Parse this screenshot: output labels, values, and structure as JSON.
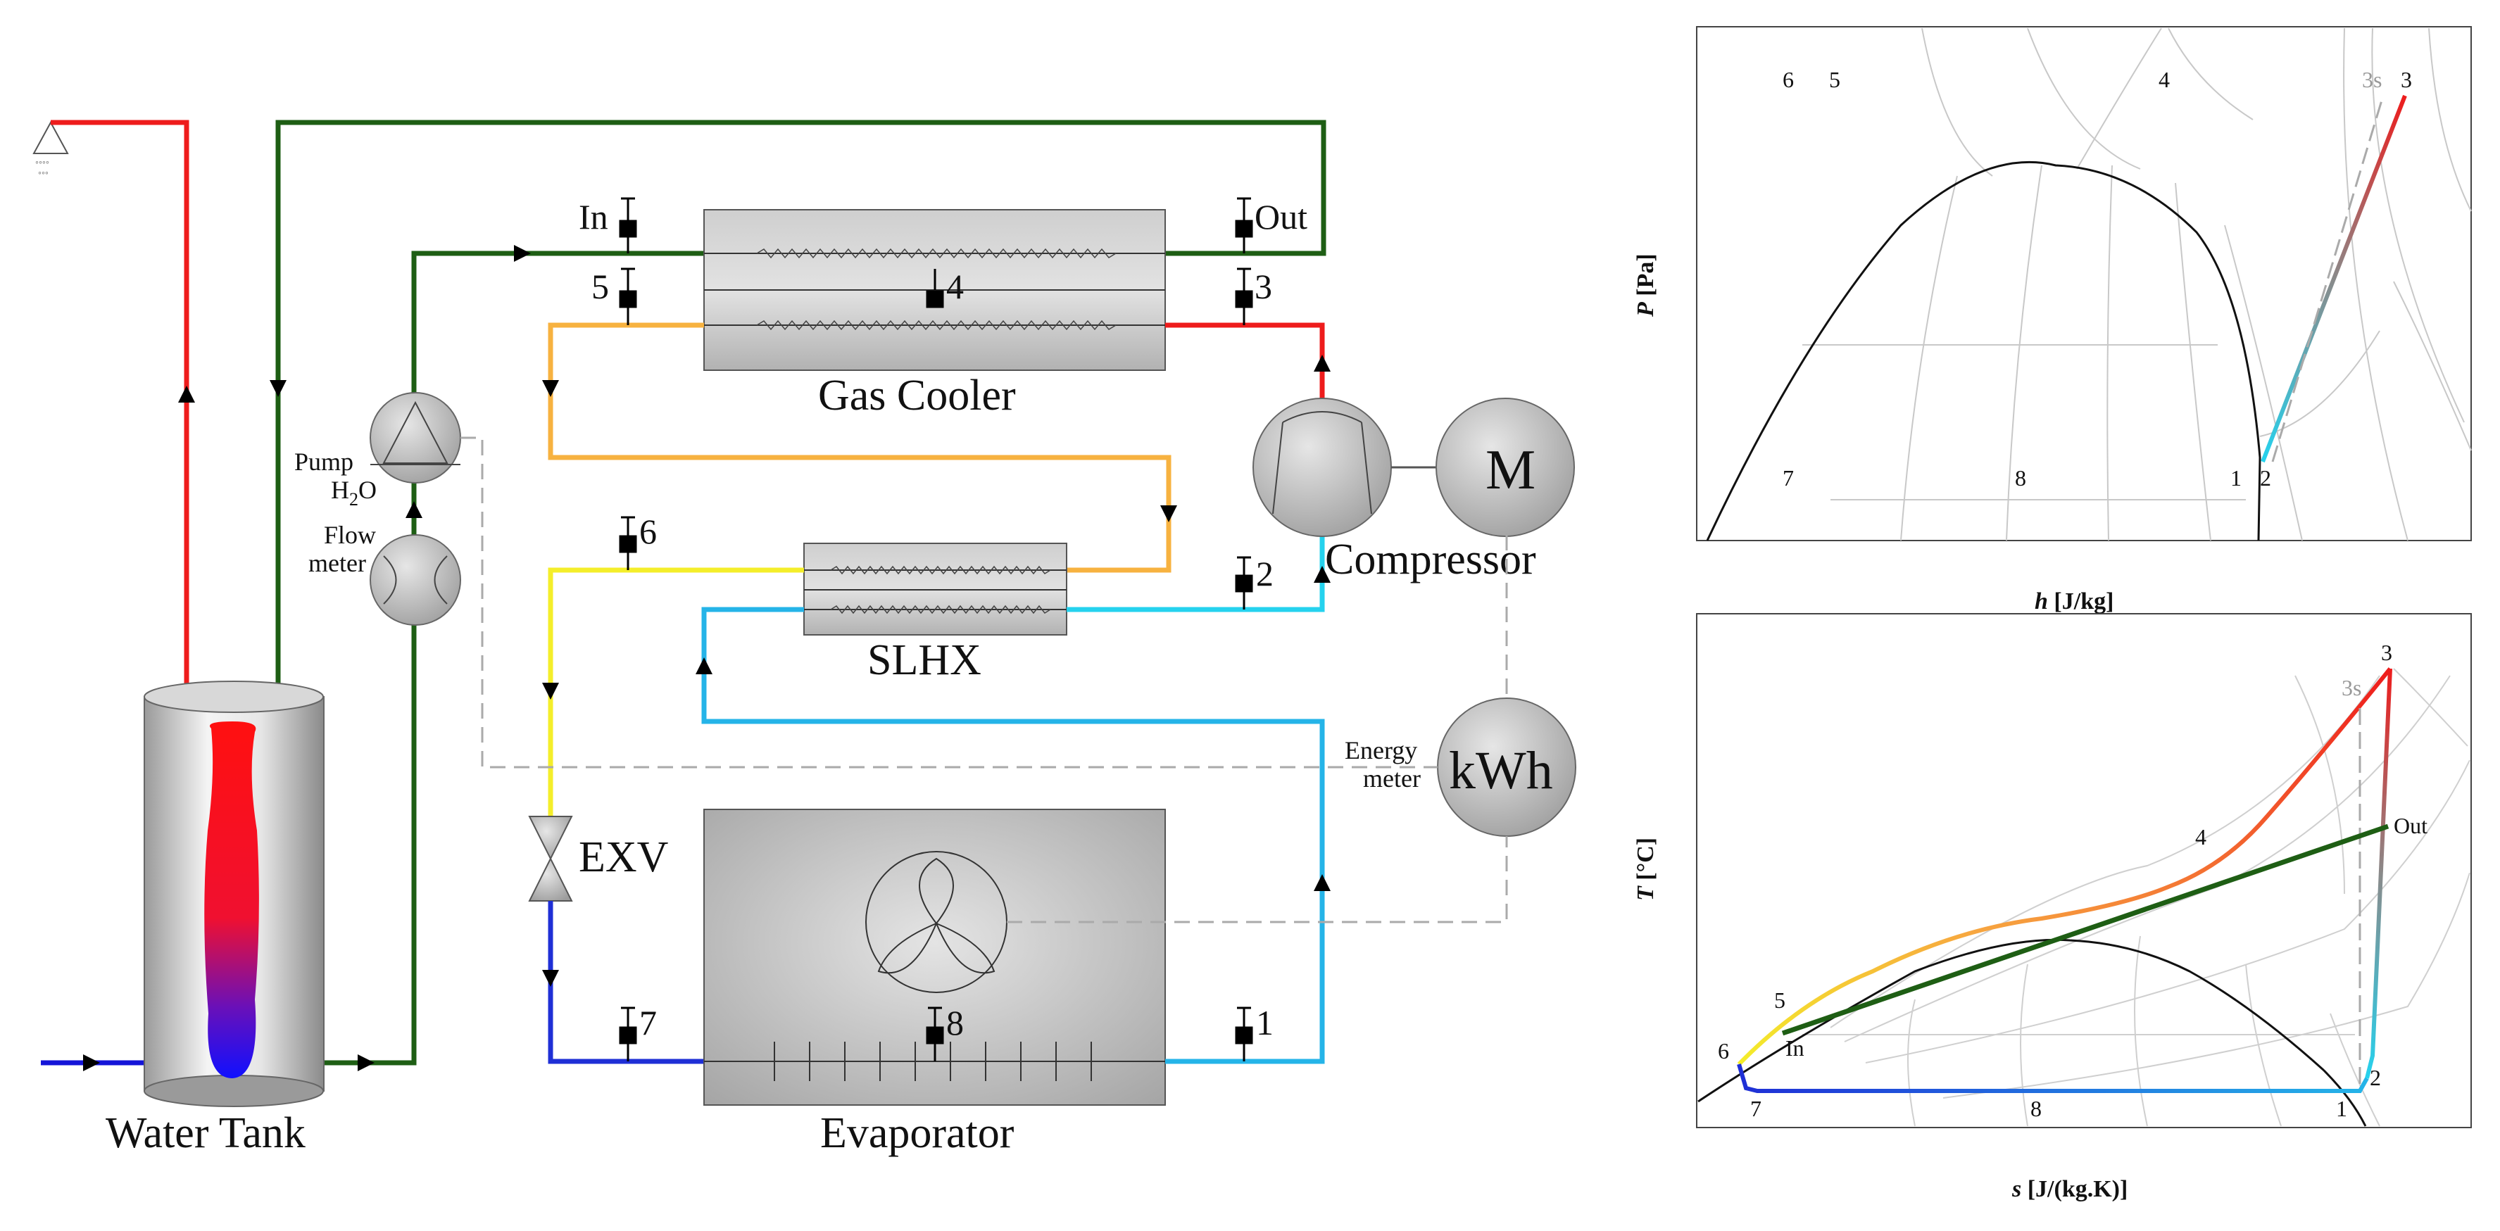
{
  "components": {
    "water_tank": "Water Tank",
    "gas_cooler": "Gas Cooler",
    "compressor": "Compressor",
    "motor": "M",
    "slhx": "SLHX",
    "exv": "EXV",
    "evaporator": "Evaporator",
    "pump_line1": "Pump",
    "pump_line2": "H",
    "pump_line2_sub": "2",
    "pump_line2_end": "O",
    "flow_line1": "Flow",
    "flow_line2": "meter",
    "energy_line1": "Energy",
    "energy_line2": "meter",
    "kwh": "kWh"
  },
  "sensors": {
    "in": "In",
    "out": "Out",
    "s1": "1",
    "s2": "2",
    "s3": "3",
    "s4": "4",
    "s5": "5",
    "s6": "6",
    "s7": "7",
    "s8": "8"
  },
  "ph_diagram": {
    "ylabel_var": "P",
    "ylabel_unit": " [Pa]",
    "xlabel_var": "h",
    "xlabel_unit": " [J/kg]",
    "points": {
      "p1": "1",
      "p2": "2",
      "p3": "3",
      "p3s": "3s",
      "p4": "4",
      "p5": "5",
      "p6": "6",
      "p7": "7",
      "p8": "8"
    }
  },
  "ts_diagram": {
    "ylabel_var": "T",
    "ylabel_unit": " [°C]",
    "xlabel_var": "s",
    "xlabel_unit": " [J/(kg.K)]",
    "points": {
      "p1": "1",
      "p2": "2",
      "p3": "3",
      "p3s": "3s",
      "p4": "4",
      "p5": "5",
      "p6": "6",
      "p7": "7",
      "p8": "8",
      "in": "In",
      "out": "Out"
    }
  },
  "colors": {
    "water_hot": "#ee1c1c",
    "water_cold": "#1414d8",
    "water_loop": "#1e5e14",
    "refrig_hot": "#ee1c1c",
    "refrig_warm": "#f7a640",
    "refrig_liquid": "#f4ee2a",
    "refrig_cold": "#1f2fd6",
    "refrig_vapor": "#25b4e8"
  }
}
